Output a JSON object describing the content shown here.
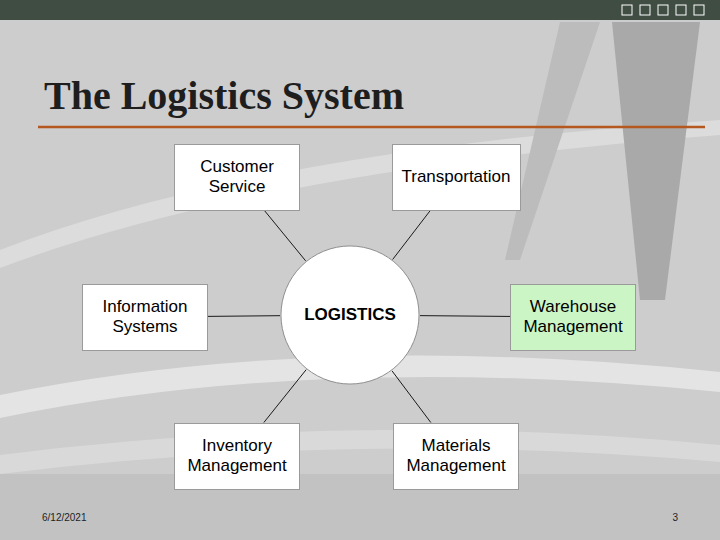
{
  "diagram": {
    "title": "The Logistics System",
    "nodes": [
      {
        "text": [
          "Customer Service"
        ]
      },
      {
        "text": [
          "Transportation"
        ]
      },
      {
        "text": [
          "Information Systems"
        ]
      },
      {
        "text": [
          "LOGISTICS"
        ]
      },
      {
        "text": [
          "Warehouse Management"
        ]
      },
      {
        "text": [
          "Inventory Management"
        ]
      },
      {
        "text": [
          "Materials Management"
        ]
      }
    ],
    "edges": [
      {
        "from": 3,
        "to": 0,
        "arrow": "none"
      },
      {
        "from": 3,
        "to": 1,
        "arrow": "none"
      },
      {
        "from": 3,
        "to": 2,
        "arrow": "none"
      },
      {
        "from": 3,
        "to": 4,
        "arrow": "none"
      },
      {
        "from": 3,
        "to": 5,
        "arrow": "none"
      },
      {
        "from": 3,
        "to": 6,
        "arrow": "none"
      }
    ],
    "labels": [
      "6/12/2021",
      "3"
    ]
  }
}
